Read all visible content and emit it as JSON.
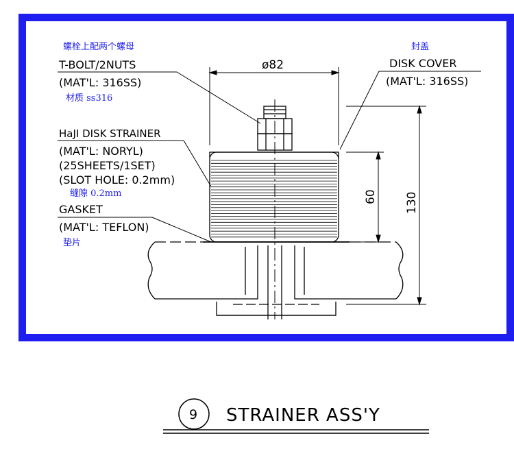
{
  "colors": {
    "frame": "#1e1ef0",
    "line": "#000000",
    "chinese_text": "#1e1ef0"
  },
  "labels": {
    "tbolt_cn": "螺栓上配两个螺母",
    "tbolt": "T-BOLT/2NUTS",
    "tbolt_mat": "(MAT'L: 316SS)",
    "tbolt_mat_cn": "材质 ss316",
    "dia": "ø82",
    "cover_cn": "封盖",
    "cover": "DISK COVER",
    "cover_mat": "(MAT'L: 316SS)",
    "strainer": "HaJI DISK STRAINER",
    "strainer_mat": "(MAT'L: NORYL)",
    "strainer_sheets": "(25SHEETS/1SET)",
    "strainer_slot": "(SLOT HOLE: 0.2mm)",
    "strainer_slot_cn": "缝隙 0.2mm",
    "gasket": "GASKET",
    "gasket_mat": "(MAT'L: TEFLON)",
    "gasket_cn": "垫片",
    "dim_60": "60",
    "dim_130": "130"
  },
  "title": {
    "number": "9",
    "text": "STRAINER ASS'Y"
  }
}
